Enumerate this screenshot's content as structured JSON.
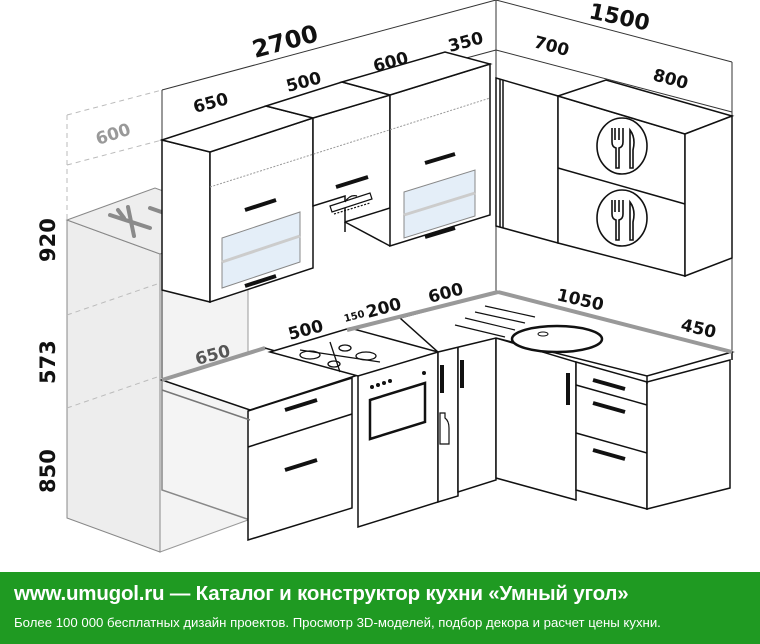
{
  "drawing": {
    "title": "Kitchen corner layout isometric diagram",
    "top_dimensions": {
      "total_left_wall": "2700",
      "total_right_wall": "1500",
      "upper_left_segments": [
        "650",
        "500",
        "600",
        "350"
      ],
      "upper_right_segments": [
        "700",
        "800"
      ],
      "fridge_depth": "600"
    },
    "vertical_dimensions": {
      "upper_cabinet_height": "920",
      "backsplash_height": "573",
      "base_height": "850"
    },
    "countertop_dimensions": {
      "fridge_gap": "650",
      "hob_cabinet": "500",
      "small_gap": "150",
      "bottle_rack": "200",
      "corner_segment": "600",
      "sink_segment": "1050",
      "drawer_segment": "450"
    },
    "colors": {
      "line": "#111111",
      "fridge_fill": "#ededed",
      "countertop_edge": "#999999",
      "glass": "#e4eef8",
      "banner_bg": "#1f9a22"
    }
  },
  "banner": {
    "title": "www.umugol.ru — Каталог и конструктор кухни «Умный угол»",
    "subtitle": "Более 100 000 бесплатных дизайн проектов. Просмотр 3D-моделей, подбор декора и расчет цены кухни."
  }
}
